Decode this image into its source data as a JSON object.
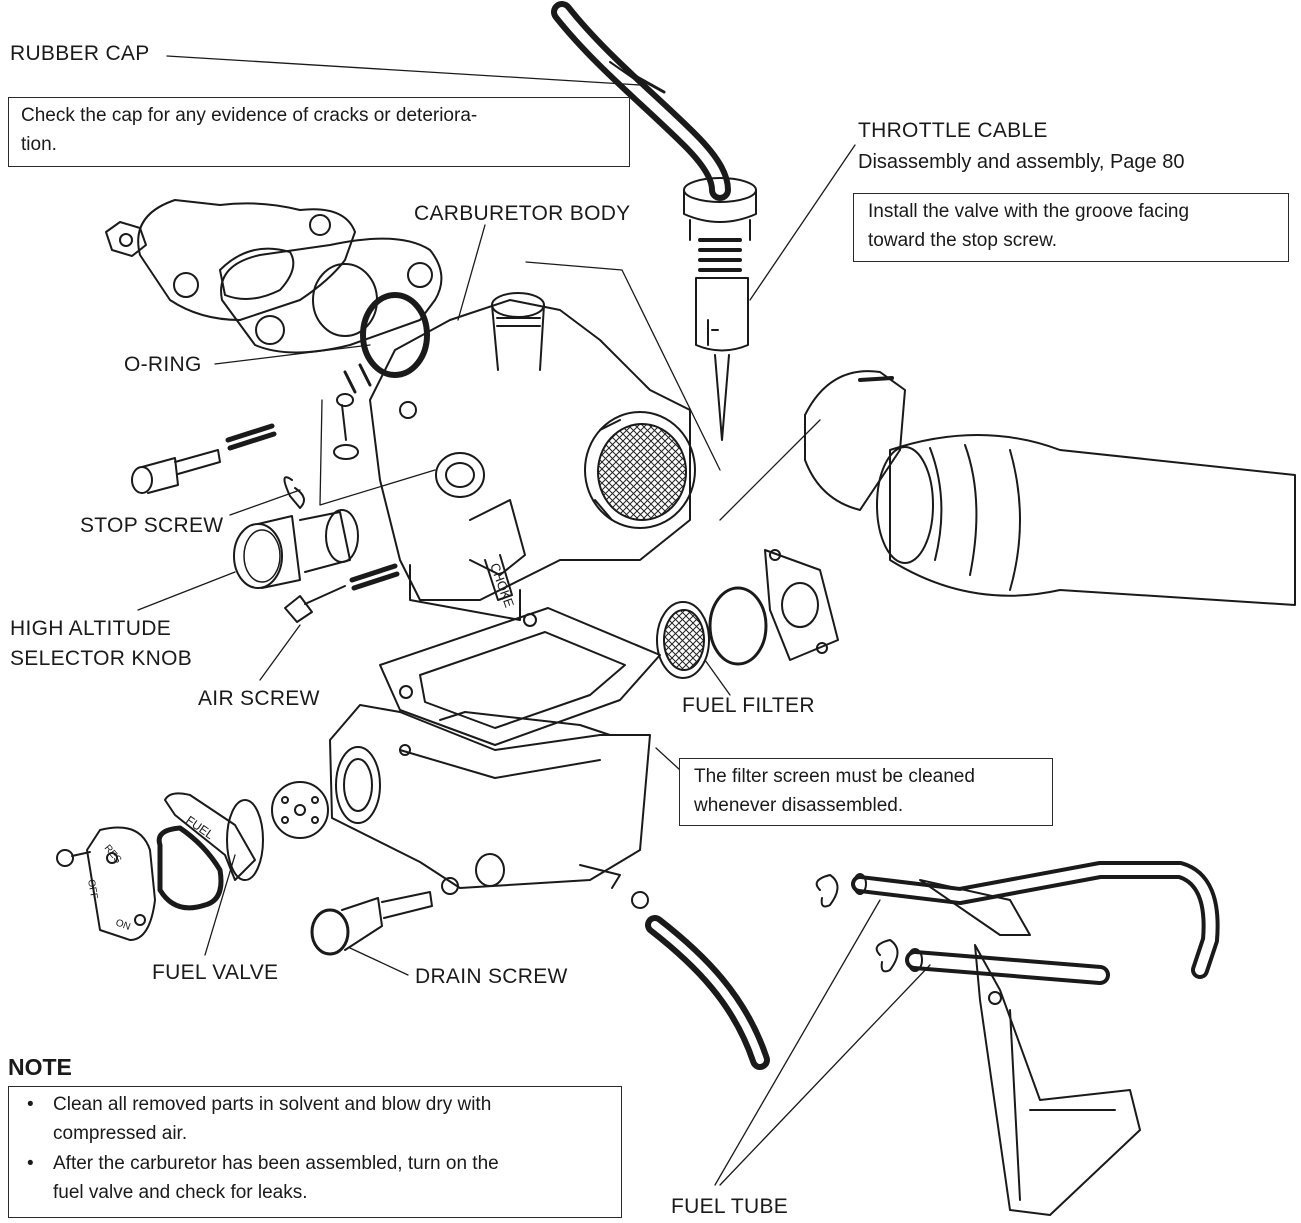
{
  "labels": {
    "rubber_cap": "RUBBER CAP",
    "throttle_cable": "THROTTLE CABLE",
    "throttle_ref": "Disassembly and assembly, Page 80",
    "carburetor_body": "CARBURETOR BODY",
    "o_ring": "O-RING",
    "stop_screw": "STOP SCREW",
    "high_altitude_1": "HIGH ALTITUDE",
    "high_altitude_2": "SELECTOR KNOB",
    "air_screw": "AIR SCREW",
    "fuel_filter": "FUEL FILTER",
    "fuel_valve": "FUEL VALVE",
    "drain_screw": "DRAIN SCREW",
    "fuel_tube": "FUEL TUBE"
  },
  "part_marks": {
    "choke": "CHOKE",
    "fuel": "FUEL",
    "res": "RES",
    "off": "OFF",
    "on": "ON"
  },
  "callouts": {
    "rubber_cap_l1": "Check the cap for any evidence of cracks or deteriora-",
    "rubber_cap_l2": "tion.",
    "valve_l1": "Install the valve with the groove facing",
    "valve_l2": "toward the stop screw.",
    "filter_l1": "The filter screen must be cleaned",
    "filter_l2": "whenever disassembled."
  },
  "note": {
    "heading": "NOTE",
    "bullet": "•",
    "item1_l1": "Clean all removed parts in solvent and blow dry with",
    "item1_l2": "compressed air.",
    "item2_l1": "After the carburetor has been assembled, turn on the",
    "item2_l2": "fuel valve and check for leaks."
  },
  "colors": {
    "ink": "#1a1a1a",
    "paper": "#ffffff"
  }
}
